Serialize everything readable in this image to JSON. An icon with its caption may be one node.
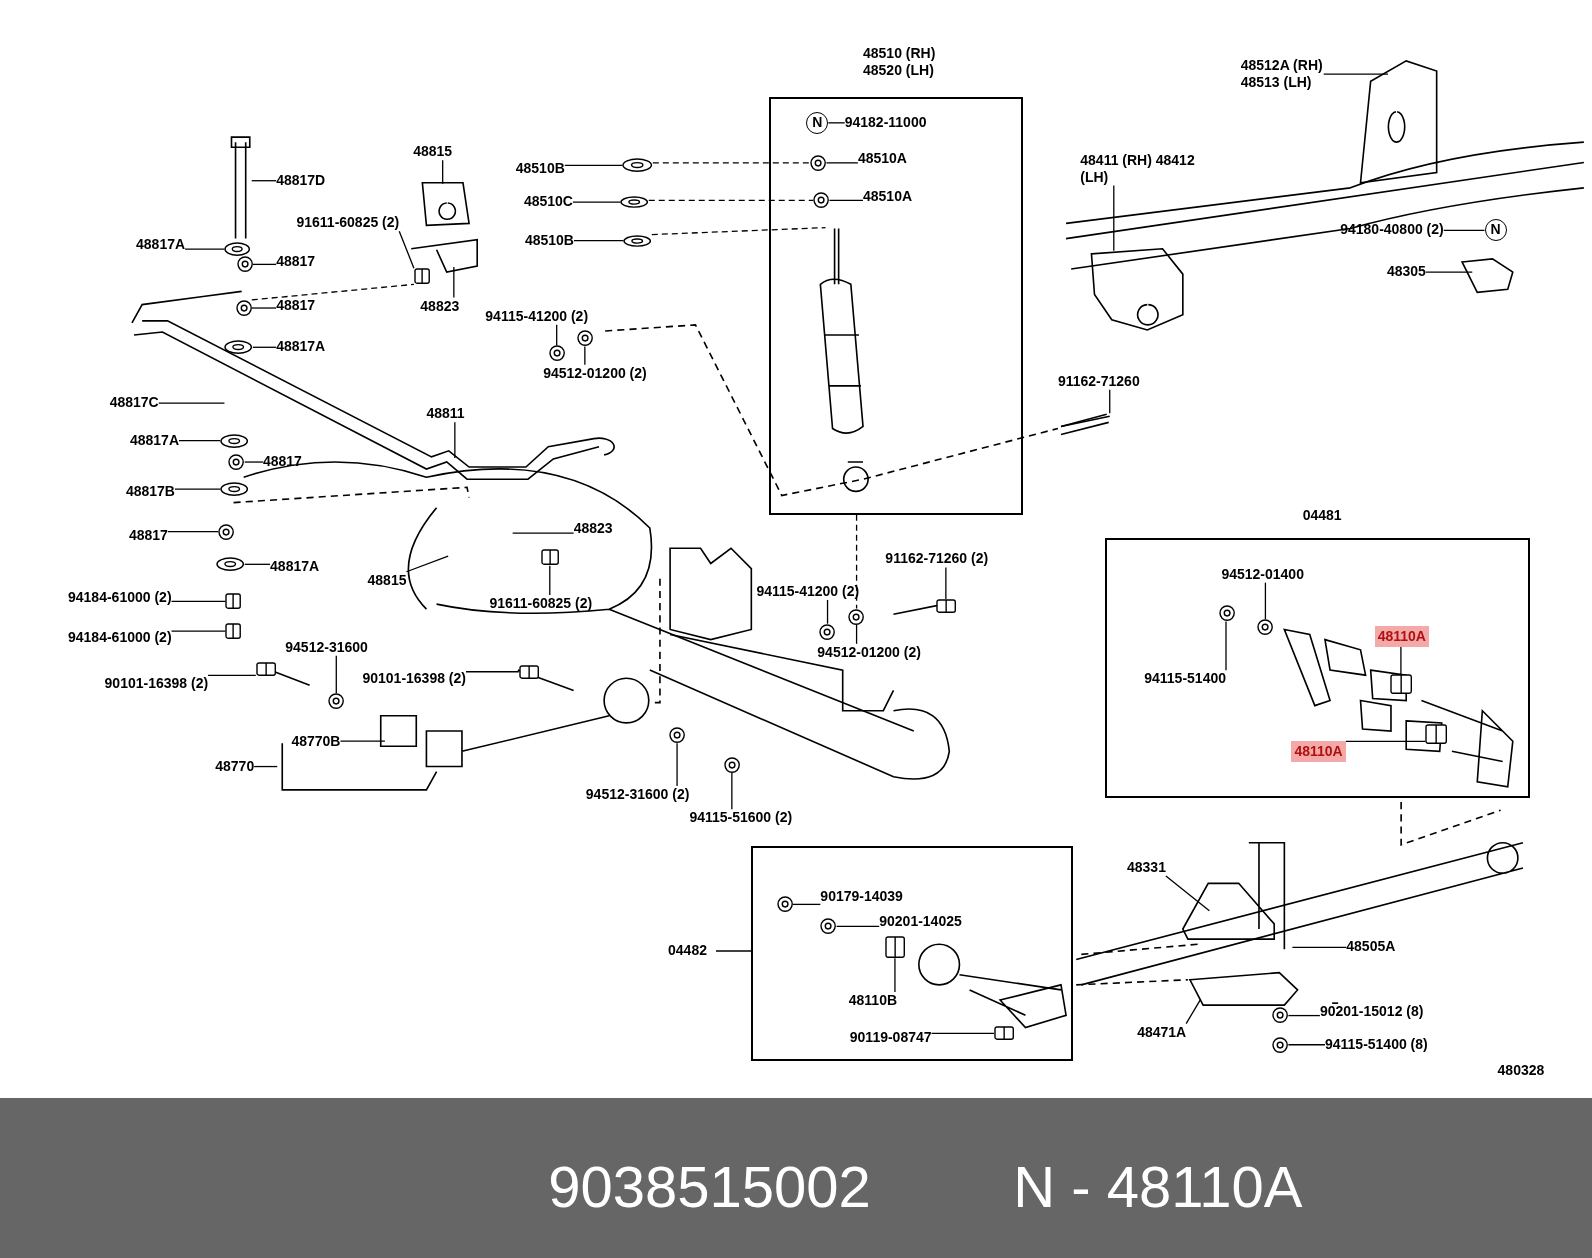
{
  "diagram": {
    "nodes": [
      {
        "text": [
          "48510 (RH) 48520 (LH)"
        ]
      },
      {
        "text": [
          "94182-11000"
        ],
        "in": 0
      },
      {
        "text": [
          "48510A"
        ],
        "in": 0
      },
      {
        "text": [
          "48510A"
        ],
        "in": 0
      },
      {
        "text": [
          "48510B"
        ]
      },
      {
        "text": [
          "48510C"
        ]
      },
      {
        "text": [
          "48510B"
        ]
      },
      {
        "text": [
          "48512A (RH) 48513 (LH)"
        ]
      },
      {
        "text": [
          "48411 (RH) 48412 (LH)"
        ]
      },
      {
        "text": [
          "94180-40800 (2)"
        ]
      },
      {
        "text": [
          "48305"
        ]
      },
      {
        "text": [
          "91162-71260"
        ]
      },
      {
        "text": [
          "48815"
        ]
      },
      {
        "text": [
          "48817D"
        ]
      },
      {
        "text": [
          "91611-60825 (2)"
        ]
      },
      {
        "text": [
          "48823"
        ]
      },
      {
        "text": [
          "48817A"
        ]
      },
      {
        "text": [
          "48817"
        ]
      },
      {
        "text": [
          "48817"
        ]
      },
      {
        "text": [
          "48817A"
        ]
      },
      {
        "text": [
          "94115-41200 (2)"
        ]
      },
      {
        "text": [
          "94512-01200 (2)"
        ]
      },
      {
        "text": [
          "48817C"
        ]
      },
      {
        "text": [
          "48811"
        ]
      },
      {
        "text": [
          "48817A"
        ]
      },
      {
        "text": [
          "48817"
        ]
      },
      {
        "text": [
          "48817B"
        ]
      },
      {
        "text": [
          "48817"
        ]
      },
      {
        "text": [
          "48817A"
        ]
      },
      {
        "text": [
          "48823"
        ]
      },
      {
        "text": [
          "48815"
        ]
      },
      {
        "text": [
          "94184-61000 (2)"
        ]
      },
      {
        "text": [
          "94184-61000 (2)"
        ]
      },
      {
        "text": [
          "91611-60825 (2)"
        ]
      },
      {
        "text": [
          "94512-31600"
        ]
      },
      {
        "text": [
          "90101-16398 (2)"
        ]
      },
      {
        "text": [
          "90101-16398 (2)"
        ]
      },
      {
        "text": [
          "48770B"
        ]
      },
      {
        "text": [
          "48770"
        ]
      },
      {
        "text": [
          "94115-41200 (2)"
        ]
      },
      {
        "text": [
          "94512-01200 (2)"
        ]
      },
      {
        "text": [
          "91162-71260 (2)"
        ]
      },
      {
        "text": [
          "94512-31600 (2)"
        ]
      },
      {
        "text": [
          "94115-51600 (2)"
        ]
      },
      {
        "text": [
          "04481"
        ]
      },
      {
        "text": [
          "94512-01400"
        ],
        "in": 44
      },
      {
        "text": [
          "94115-51400"
        ],
        "in": 44
      },
      {
        "text": [
          "48110A"
        ],
        "in": 44
      },
      {
        "text": [
          "48110A"
        ],
        "in": 44
      },
      {
        "text": [
          "04482"
        ]
      },
      {
        "text": [
          "90179-14039"
        ],
        "in": 49
      },
      {
        "text": [
          "90201-14025"
        ],
        "in": 49
      },
      {
        "text": [
          "48110B"
        ],
        "in": 49
      },
      {
        "text": [
          "90119-08747"
        ],
        "in": 49
      },
      {
        "text": [
          "48331"
        ]
      },
      {
        "text": [
          "48505A"
        ]
      },
      {
        "text": [
          "90201-15012 (8)"
        ]
      },
      {
        "text": [
          "48471A"
        ]
      },
      {
        "text": [
          "94115-51400 (8)"
        ]
      },
      {
        "text": [
          "N"
        ],
        "in": 0
      },
      {
        "text": [
          "N"
        ]
      },
      {
        "text": [],
        "shape": "circle",
        "in": 0
      },
      {
        "text": [],
        "shape": "circle",
        "in": 0
      },
      {
        "text": [],
        "shape": "circle"
      },
      {
        "text": [],
        "shape": "circle"
      },
      {
        "text": [],
        "shape": "circle"
      },
      {
        "text": [],
        "shape": "box"
      },
      {
        "text": [],
        "shape": "circle"
      },
      {
        "text": [],
        "shape": "circle"
      },
      {
        "text": [],
        "shape": "circle"
      },
      {
        "text": [],
        "shape": "circle"
      },
      {
        "text": [],
        "shape": "circle"
      },
      {
        "text": [],
        "shape": "circle"
      },
      {
        "text": [],
        "shape": "circle"
      },
      {
        "text": [],
        "shape": "circle"
      },
      {
        "text": [],
        "shape": "circle"
      },
      {
        "text": [],
        "shape": "circle"
      },
      {
        "text": [],
        "shape": "circle"
      },
      {
        "text": [],
        "shape": "box"
      },
      {
        "text": [],
        "shape": "box"
      },
      {
        "text": [],
        "shape": "box"
      },
      {
        "text": [],
        "shape": "circle"
      },
      {
        "text": [],
        "shape": "box"
      },
      {
        "text": [],
        "shape": "box"
      },
      {
        "text": [],
        "shape": "circle"
      },
      {
        "text": [],
        "shape": "circle"
      },
      {
        "text": [],
        "shape": "box"
      },
      {
        "text": [],
        "shape": "circle"
      },
      {
        "text": [],
        "shape": "circle"
      },
      {
        "text": [],
        "shape": "circle",
        "in": 44
      },
      {
        "text": [],
        "shape": "circle",
        "in": 44
      },
      {
        "text": [],
        "shape": "box",
        "in": 44
      },
      {
        "text": [],
        "shape": "box",
        "in": 44
      },
      {
        "text": [],
        "shape": "circle",
        "in": 49
      },
      {
        "text": [],
        "shape": "circle",
        "in": 49
      },
      {
        "text": [],
        "shape": "box",
        "in": 49
      },
      {
        "text": [],
        "shape": "box",
        "in": 49
      },
      {
        "text": [],
        "shape": "circle"
      },
      {
        "text": [],
        "shape": "circle"
      }
    ],
    "edges": [
      {
        "from": 1,
        "to": 59,
        "arrow": "none"
      },
      {
        "from": 2,
        "to": 61,
        "arrow": "none"
      },
      {
        "from": 3,
        "to": 62,
        "arrow": "none"
      },
      {
        "from": 4,
        "to": 63,
        "arrow": "none"
      },
      {
        "from": 5,
        "to": 64,
        "arrow": "none"
      },
      {
        "from": 6,
        "to": 65,
        "arrow": "none"
      },
      {
        "from": 7,
        "to": null,
        "arrow": "none"
      },
      {
        "from": 8,
        "to": null,
        "arrow": "none"
      },
      {
        "from": 9,
        "to": 60,
        "arrow": "none"
      },
      {
        "from": 10,
        "to": null,
        "arrow": "none"
      },
      {
        "from": 11,
        "to": null,
        "arrow": "none"
      },
      {
        "from": 12,
        "to": null,
        "arrow": "none"
      },
      {
        "from": 13,
        "to": null,
        "arrow": "none"
      },
      {
        "from": 14,
        "to": 66,
        "arrow": "none"
      },
      {
        "from": 15,
        "to": null,
        "arrow": "none"
      },
      {
        "from": 16,
        "to": 67,
        "arrow": "none"
      },
      {
        "from": 17,
        "to": 68,
        "arrow": "none"
      },
      {
        "from": 18,
        "to": 69,
        "arrow": "none"
      },
      {
        "from": 19,
        "to": 70,
        "arrow": "none"
      },
      {
        "from": 20,
        "to": 71,
        "arrow": "none"
      },
      {
        "from": 21,
        "to": 72,
        "arrow": "none"
      },
      {
        "from": 22,
        "to": null,
        "arrow": "none"
      },
      {
        "from": 23,
        "to": null,
        "arrow": "none"
      },
      {
        "from": 24,
        "to": 73,
        "arrow": "none"
      },
      {
        "from": 25,
        "to": 74,
        "arrow": "none"
      },
      {
        "from": 26,
        "to": 75,
        "arrow": "none"
      },
      {
        "from": 27,
        "to": 76,
        "arrow": "none"
      },
      {
        "from": 28,
        "to": 77,
        "arrow": "none"
      },
      {
        "from": 29,
        "to": null,
        "arrow": "none"
      },
      {
        "from": 30,
        "to": null,
        "arrow": "none"
      },
      {
        "from": 31,
        "to": 78,
        "arrow": "none"
      },
      {
        "from": 32,
        "to": 79,
        "arrow": "none"
      },
      {
        "from": 33,
        "to": 80,
        "arrow": "none"
      },
      {
        "from": 34,
        "to": 81,
        "arrow": "none"
      },
      {
        "from": 35,
        "to": 82,
        "arrow": "none"
      },
      {
        "from": 36,
        "to": 83,
        "arrow": "none"
      },
      {
        "from": 37,
        "to": null,
        "arrow": "none"
      },
      {
        "from": 38,
        "to": null,
        "arrow": "none"
      },
      {
        "from": 39,
        "to": 84,
        "arrow": "none"
      },
      {
        "from": 40,
        "to": 85,
        "arrow": "none"
      },
      {
        "from": 41,
        "to": 86,
        "arrow": "none"
      },
      {
        "from": 42,
        "to": 87,
        "arrow": "none"
      },
      {
        "from": 43,
        "to": 88,
        "arrow": "none"
      },
      {
        "from": 45,
        "to": 89,
        "arrow": "none"
      },
      {
        "from": 46,
        "to": 90,
        "arrow": "none"
      },
      {
        "from": 47,
        "to": 91,
        "arrow": "none"
      },
      {
        "from": 48,
        "to": 92,
        "arrow": "none"
      },
      {
        "from": 50,
        "to": 93,
        "arrow": "none"
      },
      {
        "from": 51,
        "to": 94,
        "arrow": "none"
      },
      {
        "from": 52,
        "to": 95,
        "arrow": "none"
      },
      {
        "from": 53,
        "to": 96,
        "arrow": "none"
      },
      {
        "from": 54,
        "to": null,
        "arrow": "none"
      },
      {
        "from": 55,
        "to": null,
        "arrow": "none"
      },
      {
        "from": 56,
        "to": 97,
        "arrow": "none"
      },
      {
        "from": 57,
        "to": null,
        "arrow": "none"
      },
      {
        "from": 58,
        "to": 98,
        "arrow": "none"
      },
      {
        "from": 63,
        "to": 61,
        "arrow": "none",
        "style": "dashed"
      },
      {
        "from": 64,
        "to": 62,
        "arrow": "none",
        "style": "dashed"
      },
      {
        "from": 65,
        "to": null,
        "arrow": "none",
        "style": "dashed"
      },
      {
        "from": 69,
        "to": 66,
        "arrow": "none",
        "style": "dashed"
      },
      {
        "from": 0,
        "to": 85,
        "arrow": "none",
        "style": "dashed"
      }
    ],
    "labels": [
      "480328",
      "9038515002",
      "N - 48110A"
    ]
  }
}
